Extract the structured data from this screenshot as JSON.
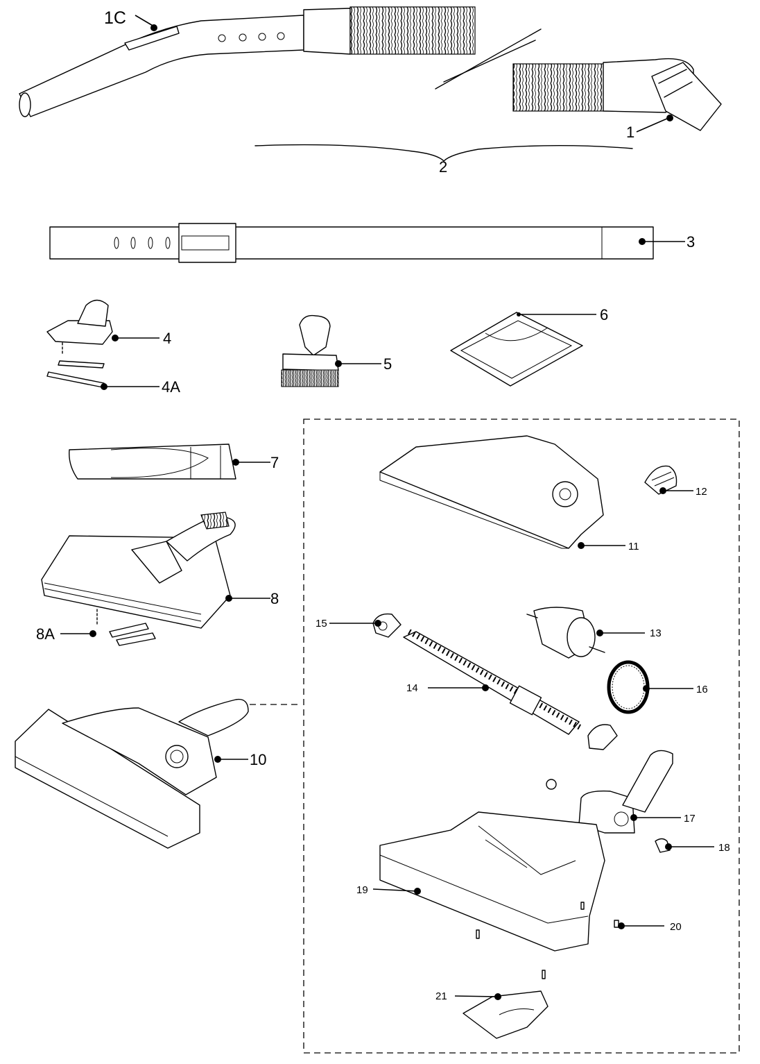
{
  "labels": {
    "p1": "1",
    "p1c": "1C",
    "p2": "2",
    "p3": "3",
    "p4": "4",
    "p4a": "4A",
    "p5": "5",
    "p6": "6",
    "p7": "7",
    "p8": "8",
    "p8a": "8A",
    "p10": "10",
    "p11": "11",
    "p12": "12",
    "p13": "13",
    "p14": "14",
    "p15": "15",
    "p16": "16",
    "p17": "17",
    "p18": "18",
    "p19": "19",
    "p20": "20",
    "p21": "21"
  }
}
